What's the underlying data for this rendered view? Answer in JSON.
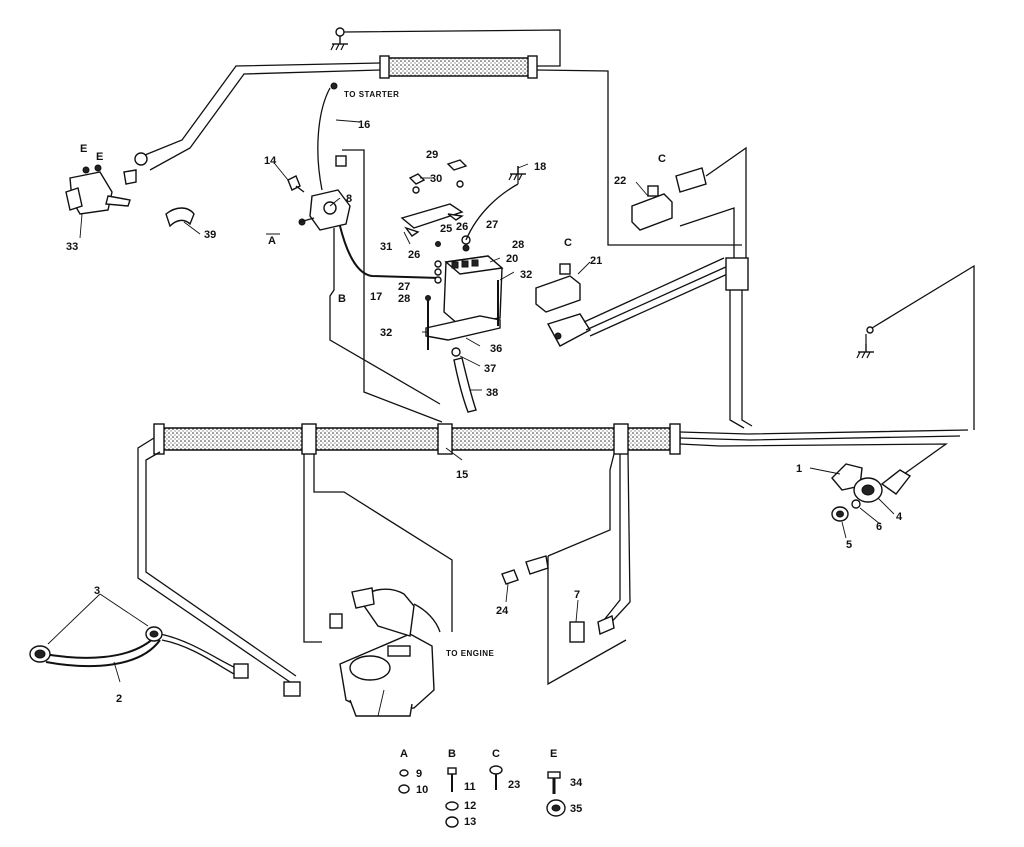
{
  "captions": {
    "to_starter": "TO STARTER",
    "to_engine": "TO ENGINE"
  },
  "callouts": {
    "c1": "1",
    "c2": "2",
    "c3": "3",
    "c4": "4",
    "c5": "5",
    "c6": "6",
    "c7": "7",
    "c8": "8",
    "c14": "14",
    "c15": "15",
    "c16": "16",
    "c17": "17",
    "c18": "18",
    "c20": "20",
    "c21": "21",
    "c22": "22",
    "c24": "24",
    "c25": "25",
    "c26a": "26",
    "c26b": "26",
    "c27a": "27",
    "c27b": "27",
    "c28a": "28",
    "c28b": "28",
    "c29": "29",
    "c30": "30",
    "c31": "31",
    "c32a": "32",
    "c32b": "32",
    "c33": "33",
    "c36": "36",
    "c37": "37",
    "c38": "38",
    "c39": "39"
  },
  "letters": {
    "a_left": "A",
    "b_left": "B",
    "c_22": "C",
    "c_21": "C",
    "e1": "E",
    "e2": "E"
  },
  "hardware_legend": {
    "A": {
      "head": "A",
      "items": [
        "9",
        "10"
      ]
    },
    "B": {
      "head": "B",
      "items": [
        "11",
        "12",
        "13"
      ]
    },
    "C": {
      "head": "C",
      "items": [
        "23"
      ]
    },
    "E": {
      "head": "E",
      "items": [
        "34",
        "35"
      ]
    }
  }
}
